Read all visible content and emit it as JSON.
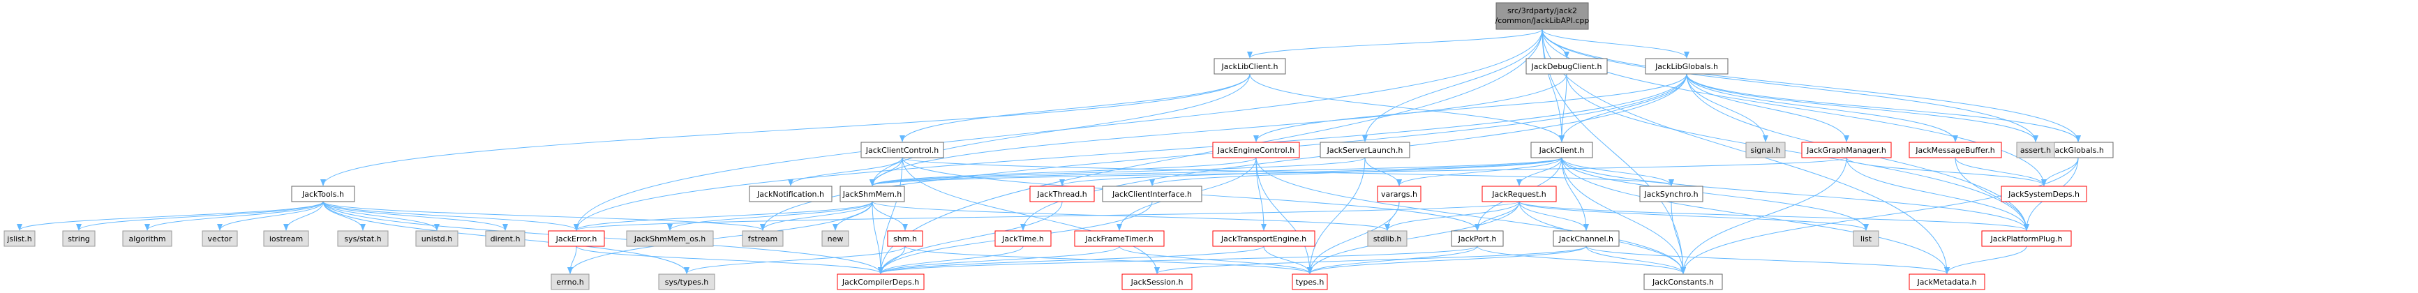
{
  "graph": {
    "root": [
      "src/3rdparty/jack2",
      "/common/JackLibAPI.cpp"
    ],
    "palette": {
      "root_fill": "#999999",
      "root_border": "#666666",
      "normal_fill": "#ffffff",
      "normal_border": "#666666",
      "system_fill": "#e0e0e0",
      "system_border": "#999999",
      "missing_fill": "#ffffff",
      "missing_border": "#ff0000",
      "edge": "#63b8ff"
    },
    "nodes": {
      "root": "src/3rdparty/jack2/common/JackLibAPI.cpp",
      "libclient": "JackLibClient.h",
      "debugclient": "JackDebugClient.h",
      "libglobals": "JackLibGlobals.h",
      "serverlaunch": "JackServerLaunch.h",
      "clientcontrol": "JackClientControl.h",
      "enginecontrol": "JackEngineControl.h",
      "client": "JackClient.h",
      "signal": "signal.h",
      "graphmanager": "JackGraphManager.h",
      "messagebuffer": "JackMessageBuffer.h",
      "assert": "assert.h",
      "globals": "JackGlobals.h",
      "tools": "JackTools.h",
      "notification": "JackNotification.h",
      "shmmem": "JackShmMem.h",
      "thread": "JackThread.h",
      "clientinterface": "JackClientInterface.h",
      "varargs": "varargs.h",
      "request": "JackRequest.h",
      "synchro": "JackSynchro.h",
      "systemdeps": "JackSystemDeps.h",
      "jslist": "jslist.h",
      "string": "string",
      "algorithm": "algorithm",
      "vector": "vector",
      "iostream": "iostream",
      "sysstat": "sys/stat.h",
      "unistd": "unistd.h",
      "dirent": "dirent.h",
      "error": "JackError.h",
      "shmmemos": "JackShmMem_os.h",
      "fstream": "fstream",
      "new": "new",
      "shm": "shm.h",
      "time": "JackTime.h",
      "frametimer": "JackFrameTimer.h",
      "transportengine": "JackTransportEngine.h",
      "stdlib": "stdlib.h",
      "port": "JackPort.h",
      "channel": "JackChannel.h",
      "list": "list",
      "platformplug": "JackPlatformPlug.h",
      "errno": "errno.h",
      "systypes": "sys/types.h",
      "compilerdeps": "JackCompilerDeps.h",
      "session": "JackSession.h",
      "types": "types.h",
      "constants": "JackConstants.h",
      "metadata": "JackMetadata.h"
    }
  }
}
